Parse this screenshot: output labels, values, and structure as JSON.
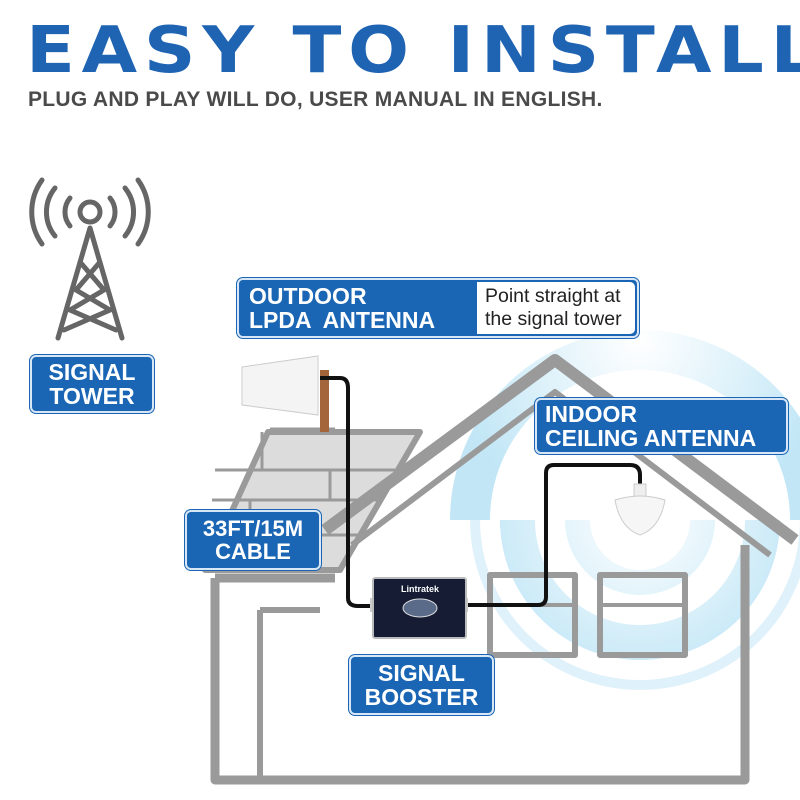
{
  "header": {
    "title": "EASY TO INSTALL",
    "subtitle": "PLUG AND PLAY WILL DO, USER MANUAL IN ENGLISH."
  },
  "labels": {
    "signal_tower": [
      "SIGNAL",
      "TOWER"
    ],
    "outdoor_antenna": [
      "OUTDOOR",
      "LPDA  ANTENNA"
    ],
    "outdoor_note": [
      "Point straight at",
      "the signal tower"
    ],
    "indoor_antenna": [
      "INDOOR",
      "CEILING ANTENNA"
    ],
    "cable": [
      "33FT/15M",
      "CABLE"
    ],
    "booster": [
      "SIGNAL",
      "BOOSTER"
    ]
  },
  "booster_brand": "Lintratek",
  "colors": {
    "brand_blue": "#1a66b5",
    "house_gray": "#9a9a9a",
    "wave_blue": "#bfe3f5"
  }
}
